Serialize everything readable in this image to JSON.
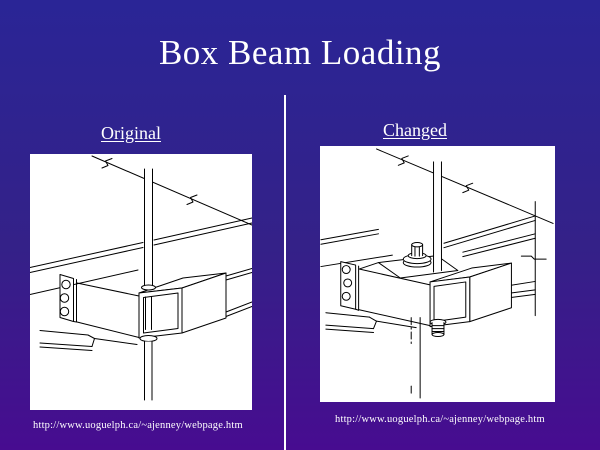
{
  "slide": {
    "title": "Box Beam Loading",
    "colors": {
      "background_top": "#2a2596",
      "background_bottom": "#470c90",
      "text": "#ffffff",
      "panel_background": "#ffffff",
      "drawing_stroke": "#000000",
      "divider": "#ffffff"
    }
  },
  "comparison": {
    "left": {
      "label": "Original",
      "caption_url": "http://www.uoguelph.ca/~ajenney/webpage.htm",
      "description": "Isometric line drawing of box beam hanger: threaded rod passes continuously through the box beam"
    },
    "right": {
      "label": "Changed",
      "caption_url": "http://www.uoguelph.ca/~ajenney/webpage.htm",
      "description": "Isometric line drawing of box beam hanger: rod terminated with nut and washer on top plate and threaded stub with nut below"
    }
  }
}
